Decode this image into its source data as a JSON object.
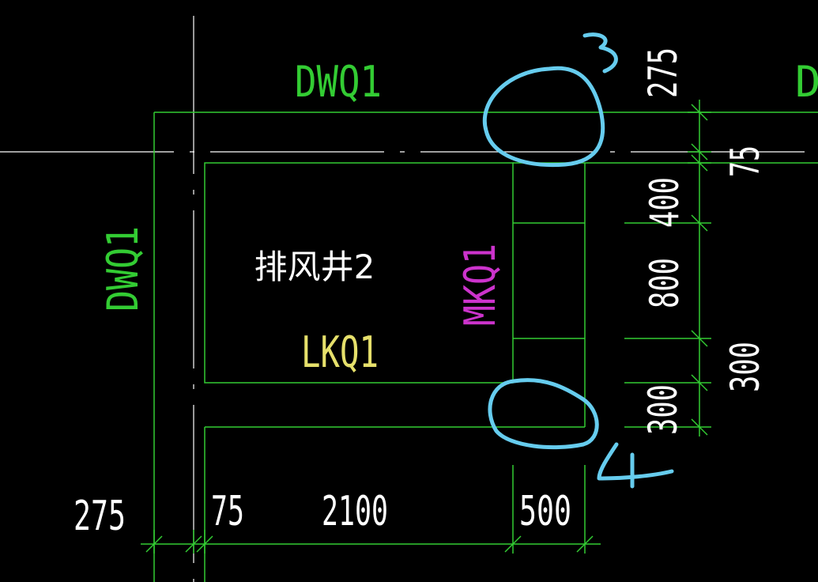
{
  "colors": {
    "background": "#000000",
    "wall_green": "#33cc33",
    "axis_white": "#ffffff",
    "dim_white": "#ffffff",
    "label_green": "#33cc33",
    "label_magenta": "#cc33cc",
    "label_yellow": "#e6e06b",
    "markup_blue": "#66ccee"
  },
  "labels": {
    "wall_top": "DWQ1",
    "wall_left": "DWQ1",
    "wall_top_right_partial": "D",
    "room_name": "排风井2",
    "window_lkq": "LKQ1",
    "window_mkq": "MKQ1"
  },
  "dimensions": {
    "bottom": [
      "275",
      "75",
      "2100",
      "500"
    ],
    "right_outer": [
      "275",
      "75",
      "400",
      "800",
      "300",
      "300"
    ]
  },
  "annotations": {
    "marker_3": "3",
    "marker_4": "4"
  }
}
